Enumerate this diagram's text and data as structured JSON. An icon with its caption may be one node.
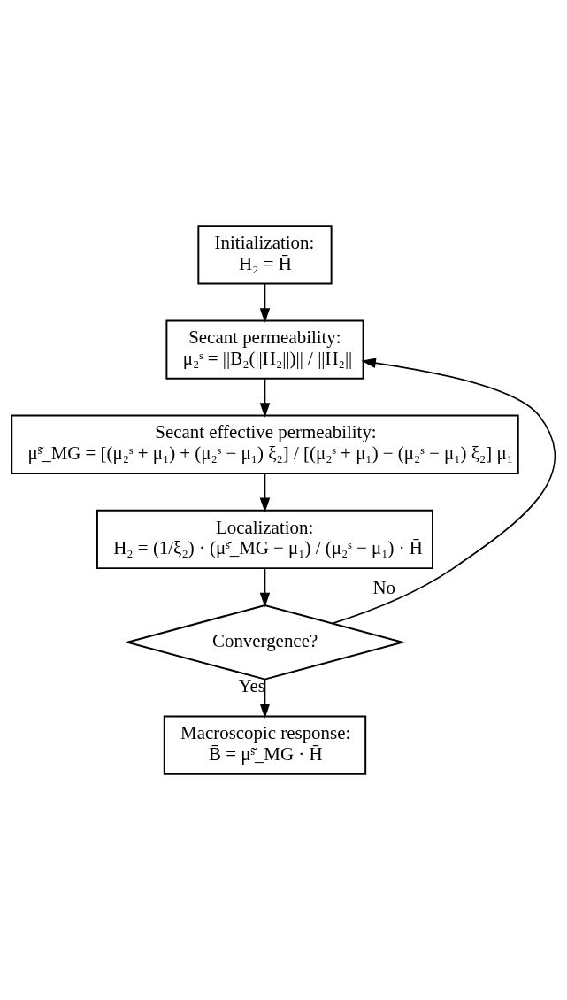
{
  "diagram": {
    "nodes": [
      {
        "text": [
          "Initialization:",
          "H₂ = H̄"
        ]
      },
      {
        "text": [
          "Secant permeability:",
          "μ₂ˢ = ||B₂(||H₂||)|| / ||H₂||"
        ]
      },
      {
        "text": [
          "Secant effective permeability:",
          "μ̃ˢ_MG = [(μ₂ˢ + μ₁) + (μ₂ˢ − μ₁) ξ₂] / [(μ₂ˢ + μ₁) − (μ₂ˢ − μ₁) ξ₂] μ₁"
        ]
      },
      {
        "text": [
          "Localization:",
          "H₂ = (1/ξ₂) · (μ̃ˢ_MG − μ₁) / (μ₂ˢ − μ₁) · H̄"
        ]
      },
      {
        "text": [
          "Convergence?"
        ]
      },
      {
        "text": [
          "Macroscopic response:",
          "B̄ = μ̃ˢ_MG · H̄"
        ]
      }
    ],
    "edges": [
      {
        "from": 0,
        "to": 1,
        "arrow": "to"
      },
      {
        "from": 1,
        "to": 2,
        "arrow": "to"
      },
      {
        "from": 2,
        "to": 3,
        "arrow": "to"
      },
      {
        "from": 3,
        "to": 4,
        "arrow": "to"
      },
      {
        "from": 4,
        "to": 1,
        "arrow": "to",
        "label": "No"
      },
      {
        "from": 4,
        "to": 5,
        "arrow": "to",
        "label": "Yes"
      }
    ]
  }
}
